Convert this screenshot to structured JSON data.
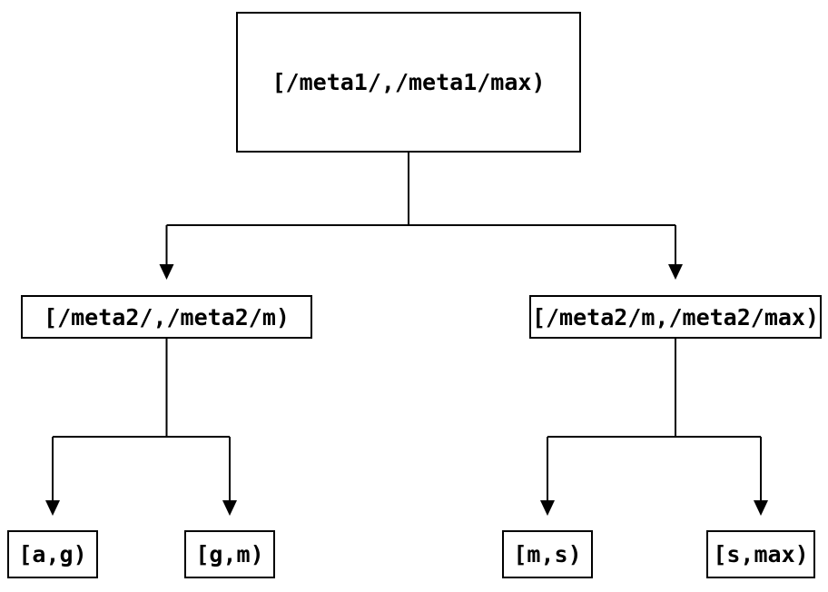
{
  "diagram": {
    "type": "tree",
    "line_color": "#000000",
    "background_color": "#ffffff",
    "text_color": "#000000",
    "root": {
      "label": "[/meta1/,/meta1/max)"
    },
    "children": [
      {
        "label": "[/meta2/,/meta2/m)",
        "children": [
          {
            "label": "[a,g)"
          },
          {
            "label": "[g,m)"
          }
        ]
      },
      {
        "label": "[/meta2/m,/meta2/max)",
        "children": [
          {
            "label": "[m,s)"
          },
          {
            "label": "[s,max)"
          }
        ]
      }
    ]
  }
}
